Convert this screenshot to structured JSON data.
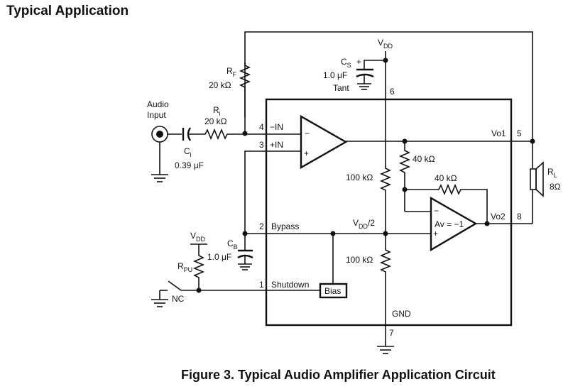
{
  "header": {
    "title": "Typical Application"
  },
  "caption": "Figure 3.  Typical Audio Amplifier Application Circuit",
  "labels": {
    "vdd": "V",
    "vdd_sub": "DD",
    "cs": "C",
    "cs_sub": "S",
    "cs_value": "1.0 μF",
    "cs_type": "Tant",
    "cs_plus": "+",
    "pin6": "6",
    "rf": "R",
    "rf_sub": "F",
    "rf_value": "20 kΩ",
    "audio_input_line1": "Audio",
    "audio_input_line2": "Input",
    "ri": "R",
    "ri_sub": "i",
    "ri_value": "20 kΩ",
    "ci": "C",
    "ci_sub": "i",
    "ci_value": "0.39 μF",
    "pin4": "4",
    "pin4_name": "−IN",
    "pin3": "3",
    "pin3_name": "+IN",
    "opamp_minus": "−",
    "opamp_plus": "+",
    "vo1": "Vo1",
    "pin5": "5",
    "r40a": "40 kΩ",
    "r40b": "40 kΩ",
    "r100a": "100 kΩ",
    "r100b": "100 kΩ",
    "rl": "R",
    "rl_sub": "L",
    "rl_value": "8Ω",
    "pin2": "2",
    "pin2_name": "Bypass",
    "vdd2": "V",
    "vdd2_sub": "DD",
    "vdd2_suffix": "/2",
    "av": "Av = −1",
    "vo2": "Vo2",
    "pin8": "8",
    "cb": "C",
    "cb_sub": "B",
    "cb_value": "1.0 μF",
    "vdd_pu": "V",
    "vdd_pu_sub": "DD",
    "rpu": "R",
    "rpu_sub": "PU",
    "nc": "NC",
    "pin1": "1",
    "pin1_name": "Shutdown",
    "bias": "Bias",
    "gnd": "GND",
    "pin7": "7"
  }
}
